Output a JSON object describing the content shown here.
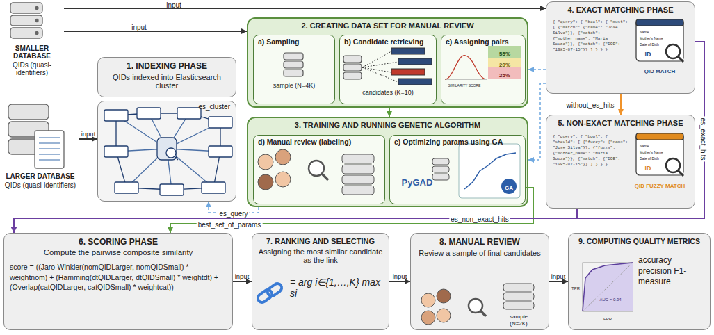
{
  "diagram": {
    "nodes": [
      {
        "text": [
          "SMALLER DATABASE",
          "QIDs (quasi-identifiers)"
        ]
      },
      {
        "text": [
          "LARGER DATABASE",
          "QIDs (quasi-identifiers)"
        ]
      },
      {
        "text": [
          "1. INDEXING PHASE",
          "QIDs indexed into Elasticsearch cluster"
        ]
      },
      {
        "text": [
          "es_cluster"
        ]
      },
      {
        "text": [
          "2. CREATING DATA SET FOR MANUAL REVIEW"
        ]
      },
      {
        "text": [
          "a) Sampling",
          "sample (N=4K)"
        ],
        "in": 4
      },
      {
        "text": [
          "b) Candidate retrieving",
          "candidates (K=10)"
        ],
        "in": 4
      },
      {
        "text": [
          "c) Assigning pairs"
        ],
        "in": 4
      },
      {
        "text": [
          "3. TRAINING AND RUNNING GENETIC ALGORITHM"
        ]
      },
      {
        "text": [
          "d) Manual review (labeling)"
        ],
        "in": 8
      },
      {
        "text": [
          "e) Optimizing params using GA"
        ],
        "in": 8
      },
      {
        "text": [
          "4. EXACT MATCHING PHASE"
        ]
      },
      {
        "text": [
          "5. NON-EXACT MATCHING PHASE"
        ]
      },
      {
        "text": [
          "6. SCORING PHASE",
          "Compute the pairwise composite similarity",
          "score = ((Jaro-Winkler(nomQIDLarger, nomQIDSmall) * weightnom) + (Hamming(dtQIDLarger, dtQIDSmall) * weightdt) + (Overlap(catQIDLarger, catQIDSmall) * weightcat))"
        ]
      },
      {
        "text": [
          "7. RANKING AND SELECTING",
          "Assigning the most similar candidate as the link",
          "= arg i∈{1,…,K} max si"
        ]
      },
      {
        "text": [
          "8. MANUAL REVIEW",
          "Review a sample of final candidates"
        ]
      },
      {
        "text": [
          "9. COMPUTING QUALITY METRICS",
          "accuracy precision F1-measure"
        ]
      }
    ],
    "edges": [
      {
        "from": 0,
        "to": 11,
        "label": "input",
        "arrow": "to"
      },
      {
        "from": 0,
        "to": 4,
        "label": "input",
        "arrow": "to"
      },
      {
        "from": 1,
        "to": 3,
        "label": "input",
        "arrow": "to"
      },
      {
        "from": 4,
        "to": 8,
        "arrow": "to"
      },
      {
        "from": 11,
        "to": 4,
        "arrow": "to"
      },
      {
        "from": 11,
        "to": 8,
        "arrow": "to"
      },
      {
        "from": 8,
        "to": 3,
        "label": "es_query",
        "arrow": "to"
      },
      {
        "from": 10,
        "to": 13,
        "label": "best_set_of_params",
        "arrow": "to"
      },
      {
        "from": 11,
        "to": 12,
        "label": "without_es_hits",
        "arrow": "to"
      },
      {
        "from": 11,
        "to": 13,
        "label": "es_exact_hits",
        "arrow": "to"
      },
      {
        "from": 12,
        "to": 13,
        "label": "es_non_exact_hits",
        "arrow": "to"
      },
      {
        "from": 13,
        "to": 14,
        "label": "input",
        "arrow": "to"
      },
      {
        "from": 14,
        "to": 15,
        "label": "input",
        "arrow": "to"
      },
      {
        "from": 15,
        "to": 16,
        "label": "input",
        "arrow": "to"
      }
    ],
    "labels": [
      "SIMILARITY SCORE",
      "55%",
      "20%",
      "25%",
      "PyGAD",
      "GA",
      "{ \"query\": { \"bool\": { \"must\": [ {\"match\": {\"name\": \"Jose Silva\"}}, {\"match\": {\"mother_name\": \"Maria Souza\"}}, {\"match\": {\"DOB\": \"1985-07-15\"}} ] } } }",
      "Name",
      "Mother's Name",
      "Date of Birth",
      "ID",
      "QID MATCH",
      "{ \"query\": { \"bool\": { \"should\": [ {\"fuzzy\": {\"name\": \"Jose Silva\"}}, {\"fuzzy\": {\"mother_name\": \"Maria Souza\"}}, {\"match\": {\"DOB\": \"1985-07-15\"}} ] } } }",
      "Name",
      "Mother's Name",
      "Date of Birth",
      "ID",
      "QID FUZZY MATCH",
      "sample",
      "(N=2K)",
      "AUC = 0.94",
      "TPR",
      "FPR"
    ]
  }
}
